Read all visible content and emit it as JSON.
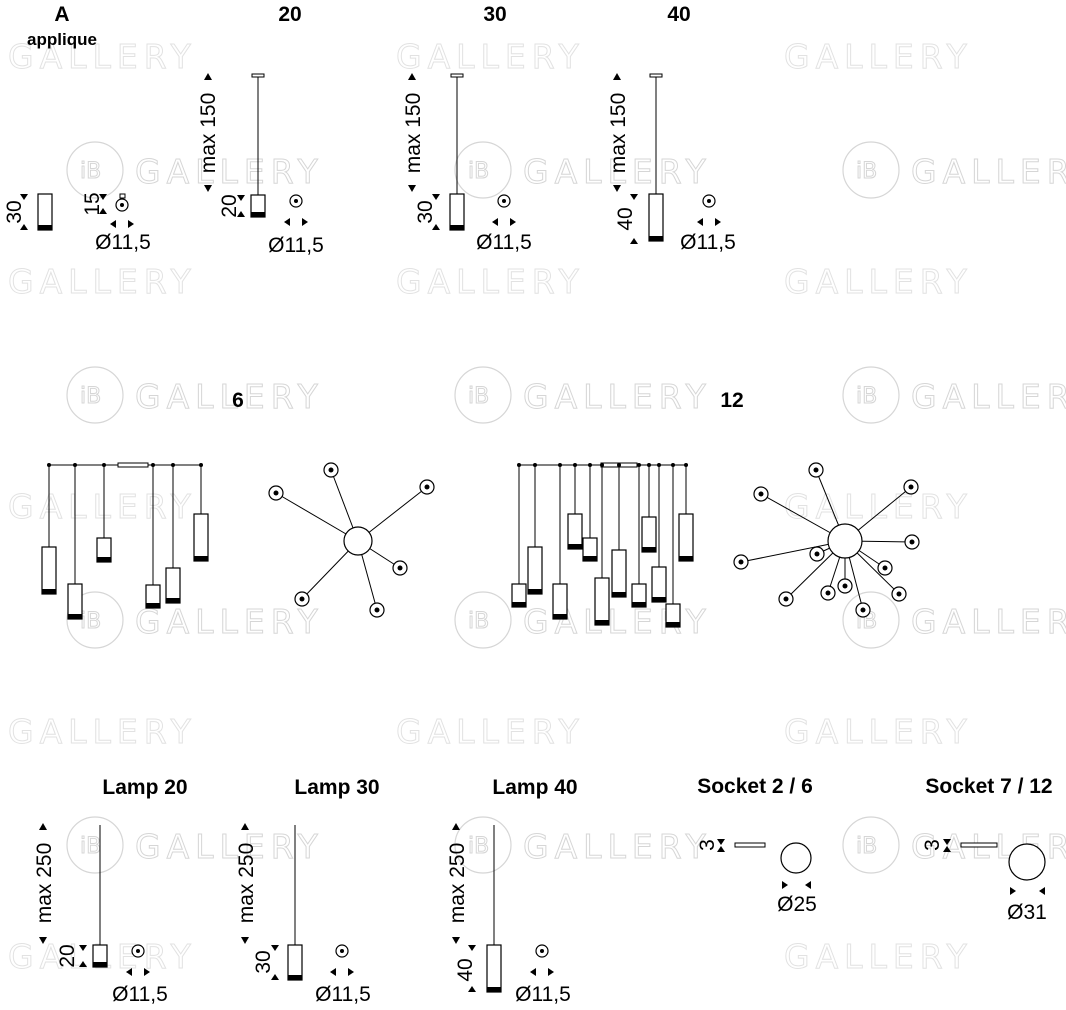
{
  "watermark": {
    "brand": "GALLERY",
    "mark": "iB"
  },
  "wall": {
    "title": "A",
    "subtitle": "applique",
    "height": "30",
    "depth": "15",
    "diameter": "Ø11,5"
  },
  "pendants": [
    {
      "title": "20",
      "cable": "max 150",
      "height": "20",
      "diameter": "Ø11,5"
    },
    {
      "title": "30",
      "cable": "max 150",
      "height": "30",
      "diameter": "Ø11,5"
    },
    {
      "title": "40",
      "cable": "max 150",
      "height": "40",
      "diameter": "Ø11,5"
    }
  ],
  "clusters": [
    {
      "title": "6",
      "lights": 6
    },
    {
      "title": "12",
      "lights": 12
    }
  ],
  "lamps": [
    {
      "title": "Lamp 20",
      "cable": "max 250",
      "height": "20",
      "diameter": "Ø11,5"
    },
    {
      "title": "Lamp 30",
      "cable": "max 250",
      "height": "30",
      "diameter": "Ø11,5"
    },
    {
      "title": "Lamp 40",
      "cable": "max 250",
      "height": "40",
      "diameter": "Ø11,5"
    }
  ],
  "sockets": [
    {
      "title": "Socket 2 / 6",
      "thickness": "3",
      "diameter": "Ø25"
    },
    {
      "title": "Socket 7 / 12",
      "thickness": "3",
      "diameter": "Ø31"
    }
  ]
}
